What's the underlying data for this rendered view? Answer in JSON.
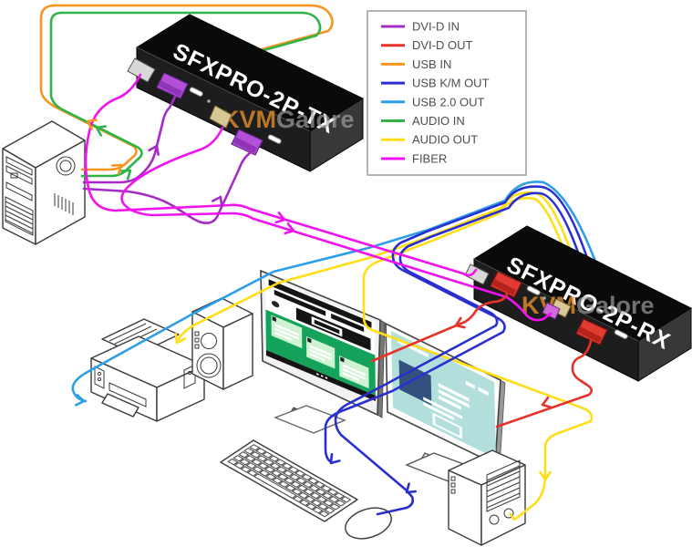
{
  "legend": {
    "items": [
      {
        "label": "DVI-D IN",
        "color": "#A62BC6"
      },
      {
        "label": "DVI-D OUT",
        "color": "#E5322A"
      },
      {
        "label": "USB IN",
        "color": "#F7941E"
      },
      {
        "label": "USB K/M OUT",
        "color": "#2A2FD0"
      },
      {
        "label": "USB 2.0 OUT",
        "color": "#2E9FE6"
      },
      {
        "label": "AUDIO IN",
        "color": "#30B44A"
      },
      {
        "label": "AUDIO OUT",
        "color": "#FFDE17"
      },
      {
        "label": "FIBER",
        "color": "#F012F0"
      }
    ]
  },
  "devices": {
    "tx": {
      "label": "SFXPRO-2P-TX"
    },
    "rx": {
      "label": "SFXPRO-2P-RX"
    }
  },
  "watermark": {
    "kvm": "KVM",
    "galore": "Galore"
  },
  "colors": {
    "dvi_in": "#A62BC6",
    "dvi_out": "#E5322A",
    "usb_in": "#F7941E",
    "usb_km": "#2A2FD0",
    "usb20": "#2E9FE6",
    "audio_in": "#30B44A",
    "audio_out": "#FFDE17",
    "fiber": "#F012F0",
    "screen_green": "#15A25A",
    "screen_card": "#CFF3D2",
    "screen_teal": "#B2DEDC",
    "screen_navy": "#32517D"
  }
}
